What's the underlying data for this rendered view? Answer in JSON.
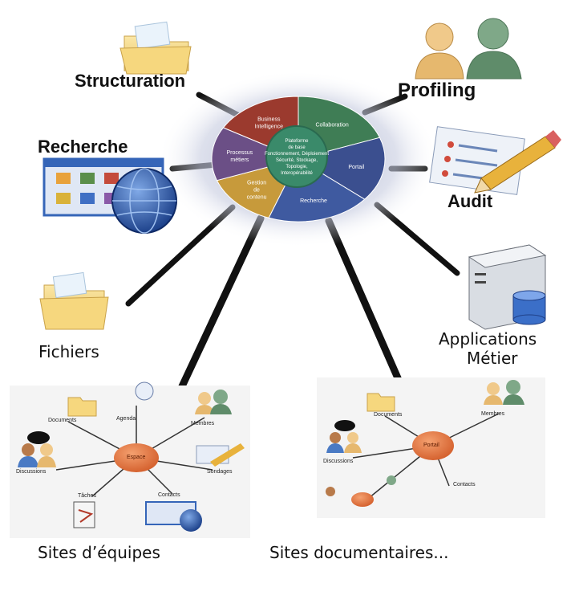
{
  "labels": {
    "structuration": "Structuration",
    "profiling": "Profiling",
    "recherche": "Recherche",
    "audit": "Audit",
    "fichiers": "Fichiers",
    "applications_line1": "Applications",
    "applications_line2": "Métier",
    "sites_equipes": "Sites d’équipes",
    "sites_documentaires": "Sites documentaires..."
  },
  "hub": {
    "segments": [
      "Business Intelligence",
      "Collaboration",
      "Portail",
      "Recherche",
      "Gestion de contenu",
      "Processus métiers"
    ],
    "center_lines": [
      "Plateforme",
      "de base",
      "Fonctionnement, Déploiement",
      "Sécurité, Stockage,",
      "Topologie,",
      "Interopérabilité"
    ]
  },
  "team_site": {
    "center": "Espace",
    "items": [
      "Documents",
      "Agenda",
      "Membres",
      "Discussions",
      "Sondages",
      "Tâches",
      "Contacts"
    ]
  },
  "doc_site": {
    "center": "Portail",
    "items": [
      "Documents",
      "Membres",
      "Discussions",
      "Contacts"
    ]
  },
  "colors": {
    "bi": "#9b3a2e",
    "collaboration": "#3f7d55",
    "portail": "#3b4f8f",
    "recherche": "#3f5aa0",
    "gestion": "#c79a3b",
    "processus": "#6b4f86",
    "center": "#3a8a6a",
    "node": "#e07a4a"
  }
}
